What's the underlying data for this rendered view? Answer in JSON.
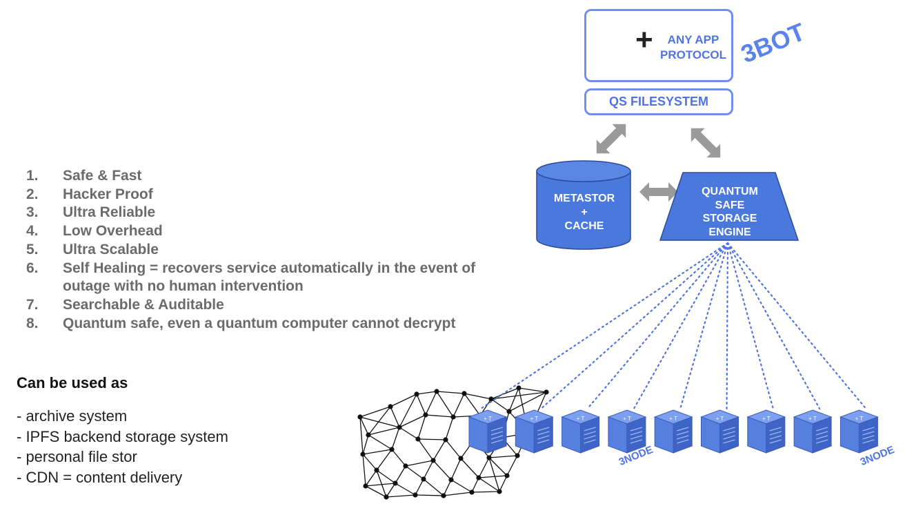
{
  "features": [
    {
      "num": "1.",
      "text": "Safe & Fast"
    },
    {
      "num": "2.",
      "text": "Hacker Proof"
    },
    {
      "num": "3.",
      "text": "Ultra Reliable"
    },
    {
      "num": "4.",
      "text": "Low Overhead"
    },
    {
      "num": "5.",
      "text": "Ultra Scalable"
    },
    {
      "num": "6.",
      "text": "Self Healing = recovers service automatically in the event of outage with no human intervention"
    },
    {
      "num": "7.",
      "text": "Searchable & Auditable"
    },
    {
      "num": "8.",
      "text": "Quantum safe, even a quantum computer cannot decrypt"
    }
  ],
  "uses": {
    "title": "Can be used as",
    "items": [
      "- archive system",
      "- IPFS backend storage system",
      "- personal file stor",
      "- CDN = content delivery"
    ]
  },
  "diagram": {
    "app_box": {
      "line1": "ANY APP",
      "line2": "PROTOCOL",
      "plus": "+"
    },
    "bot_label": "3BOT",
    "filesystem_label": "QS FILESYSTEM",
    "metastor": {
      "line1": "METASTOR",
      "line2": "+",
      "line3": "CACHE"
    },
    "engine": {
      "line1": "QUANTUM",
      "line2": "SAFE",
      "line3": "STORAGE",
      "line4": "ENGINE"
    },
    "node_label_1": "3NODE",
    "node_label_2": "3NODE",
    "node_count": 9,
    "node_badge": "+ T",
    "colors": {
      "accent": "#4f73e6",
      "box_border": "#6f8ff0",
      "shape_fill": "#4a78dc",
      "arrow": "#9a9a9a",
      "text_gray": "#6b6b6b"
    }
  }
}
